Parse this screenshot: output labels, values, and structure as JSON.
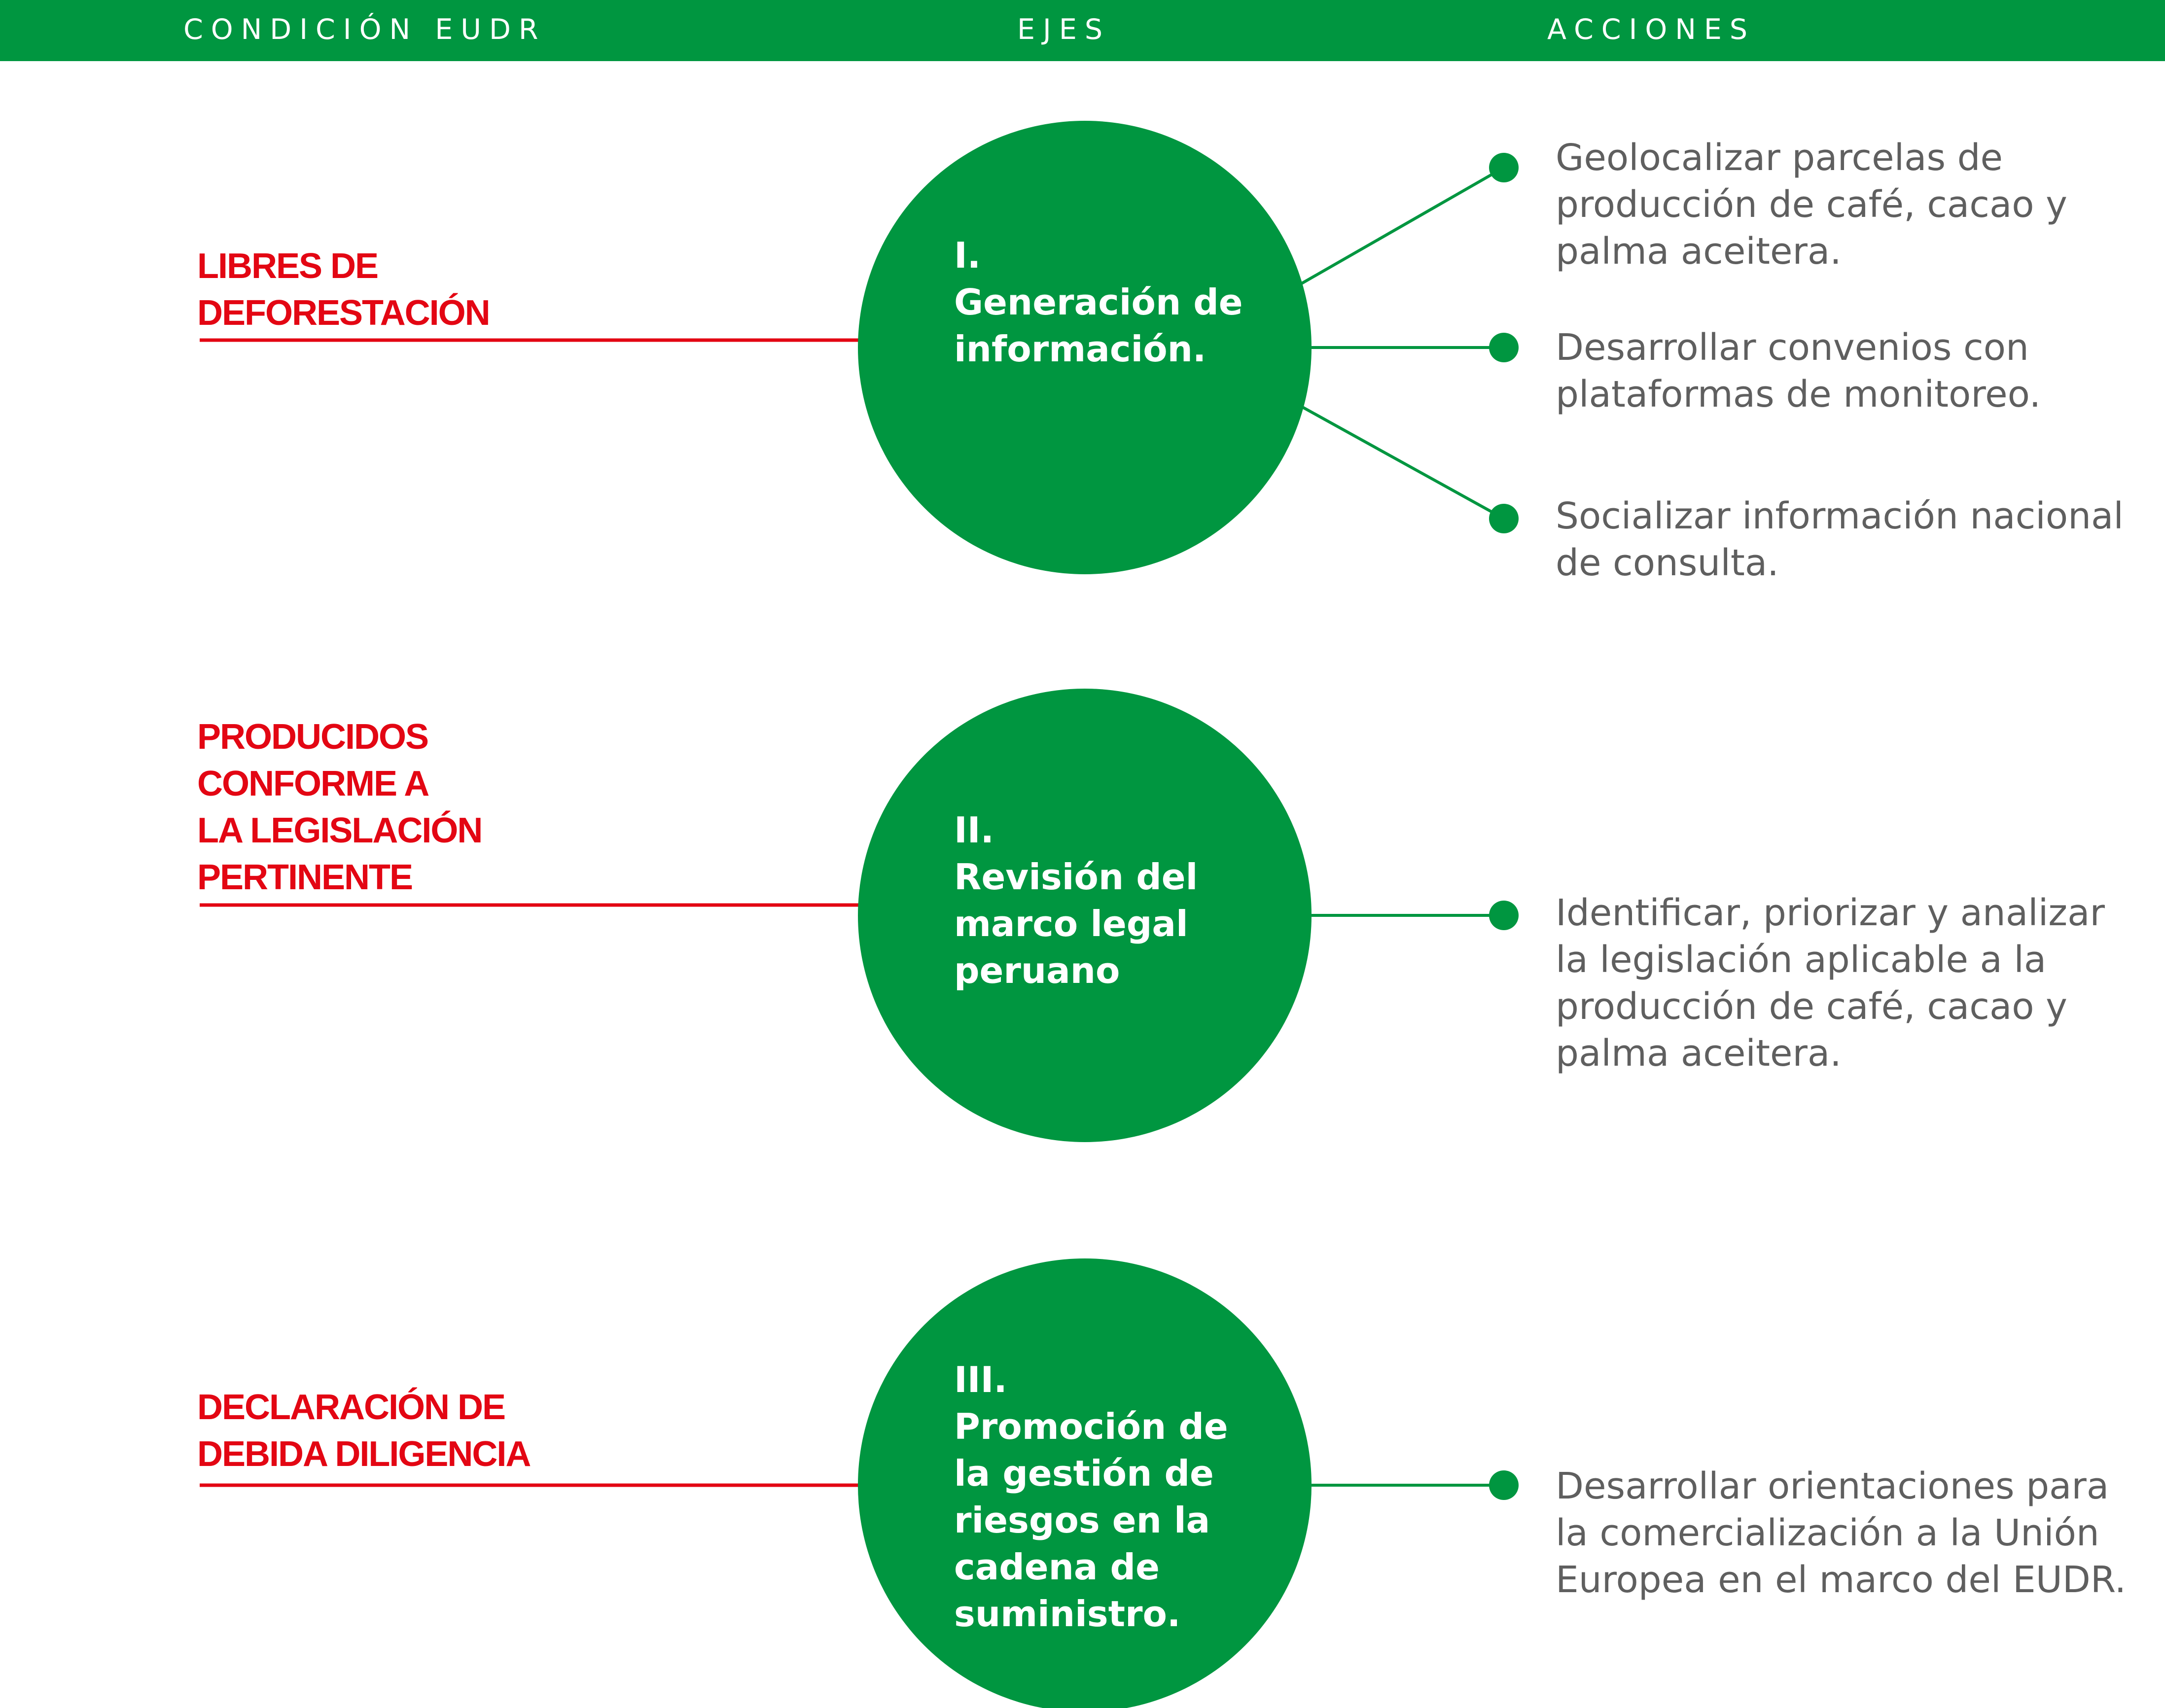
{
  "header": {
    "col_condition": "CONDICIÓN EUDR",
    "col_axes": "EJES",
    "col_actions": "ACCIONES"
  },
  "rows": [
    {
      "condition": "LIBRES DE\nDEFORESTACIÓN",
      "axis": "I.\nGeneración de\ninformación.",
      "actions": [
        "Geolocalizar parcelas de\nproducción de café, cacao y\npalma aceitera.",
        "Desarrollar convenios con\nplataformas de monitoreo.",
        "Socializar información nacional\nde consulta."
      ]
    },
    {
      "condition": "PRODUCIDOS\nCONFORME A\nLA LEGISLACIÓN\nPERTINENTE",
      "axis": "II.\nRevisión del\nmarco legal\nperuano",
      "actions": [
        "Identificar, priorizar y analizar\nla legislación aplicable a la\nproducción de café, cacao y\npalma aceitera."
      ]
    },
    {
      "condition": "DECLARACIÓN DE\nDEBIDA DILIGENCIA",
      "axis": "III.\nPromoción de\nla gestión de\nriesgos en la\ncadena de\nsuministro.",
      "actions": [
        "Desarrollar orientaciones para\nla comercialización a la Unión\nEuropea en el marco del EUDR."
      ]
    }
  ],
  "colors": {
    "green": "#009640",
    "red": "#e30613",
    "text_gray": "#5f5f5f"
  }
}
